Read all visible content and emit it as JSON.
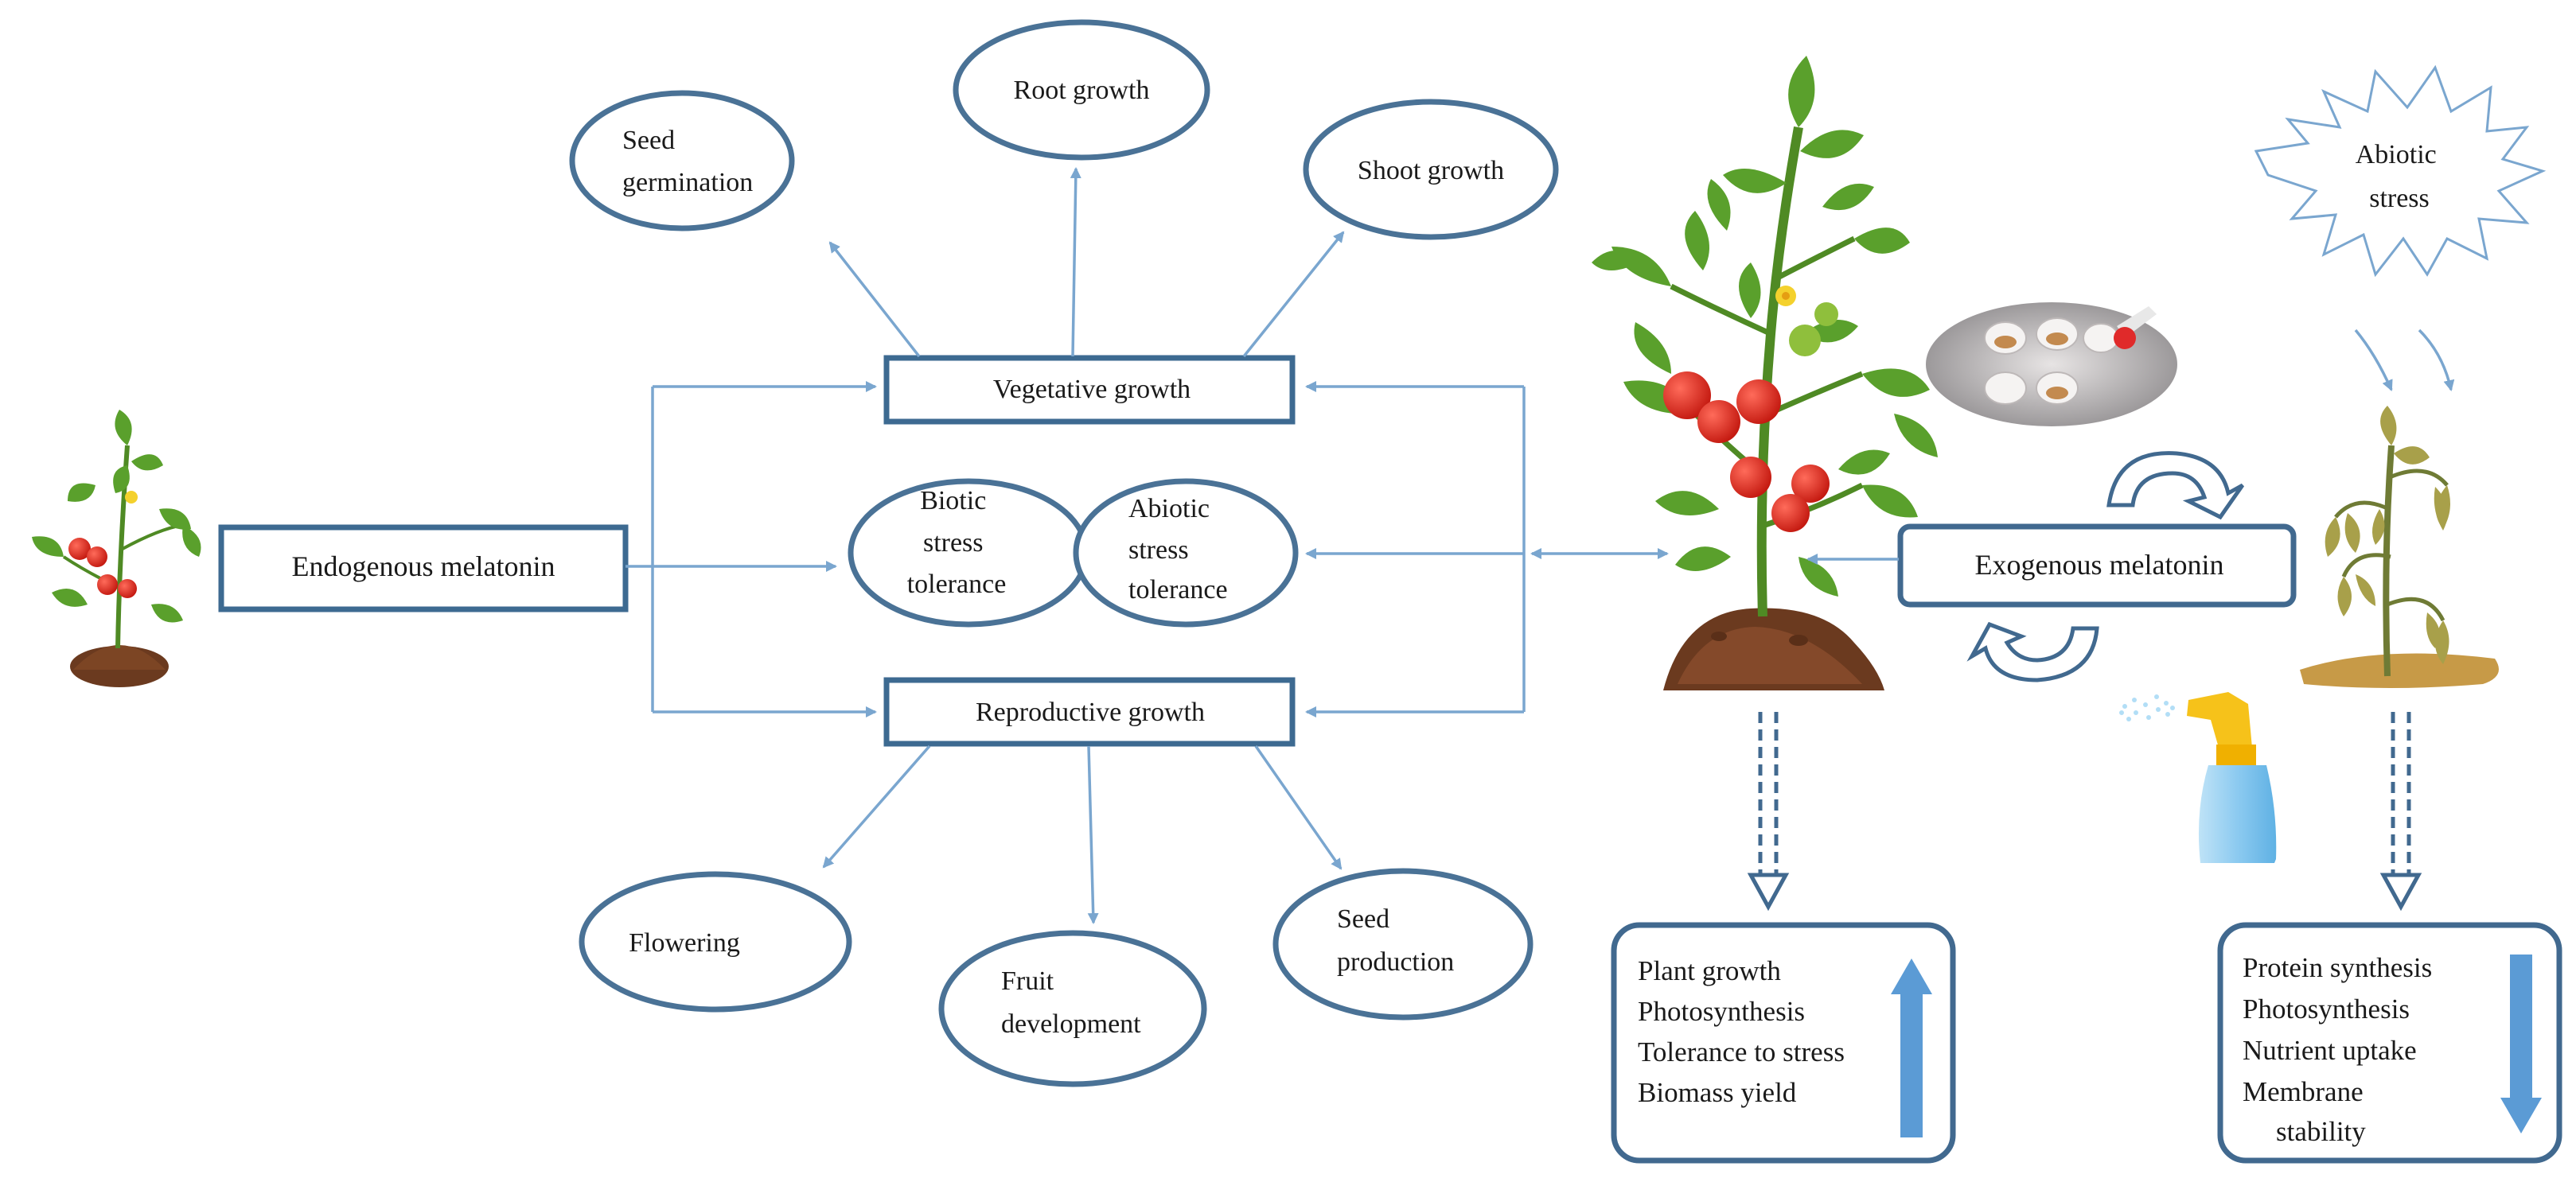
{
  "left_panel": {
    "endogenous": "Endogenous melatonin",
    "vegetative": "Vegetative growth",
    "reproductive": "Reproductive growth",
    "seed_germination": [
      "Seed",
      "germination"
    ],
    "root_growth": "Root growth",
    "shoot_growth": "Shoot growth",
    "biotic_tolerance": [
      "Biotic",
      "stress",
      "tolerance"
    ],
    "abiotic_tolerance": [
      "Abiotic",
      "stress",
      "tolerance"
    ],
    "flowering": "Flowering",
    "fruit_development": [
      "Fruit",
      "development"
    ],
    "seed_production": [
      "Seed",
      "production"
    ]
  },
  "right_panel": {
    "exogenous": "Exogenous melatonin",
    "abiotic_stress_burst": [
      "Abiotic",
      "stress"
    ],
    "increase_list": [
      "Plant growth",
      "Photosynthesis",
      "Tolerance to stress",
      "Biomass yield"
    ],
    "decrease_list": [
      "Protein synthesis",
      "Photosynthesis",
      "Nutrient uptake",
      "Membrane",
      "stability"
    ]
  },
  "colors": {
    "box_stroke": "#3d6a91",
    "arrow": "#7aa6cf",
    "trend_arrow": "#5b9bd5",
    "leaf": "#5aa02c",
    "tomato": "#d9261c",
    "soil": "#6b3a1f"
  },
  "icons": [
    "tomato-plant-icon",
    "petri-dish-icon",
    "spray-bottle-icon",
    "wilted-plant-icon",
    "curved-cycle-arrow-icon"
  ]
}
